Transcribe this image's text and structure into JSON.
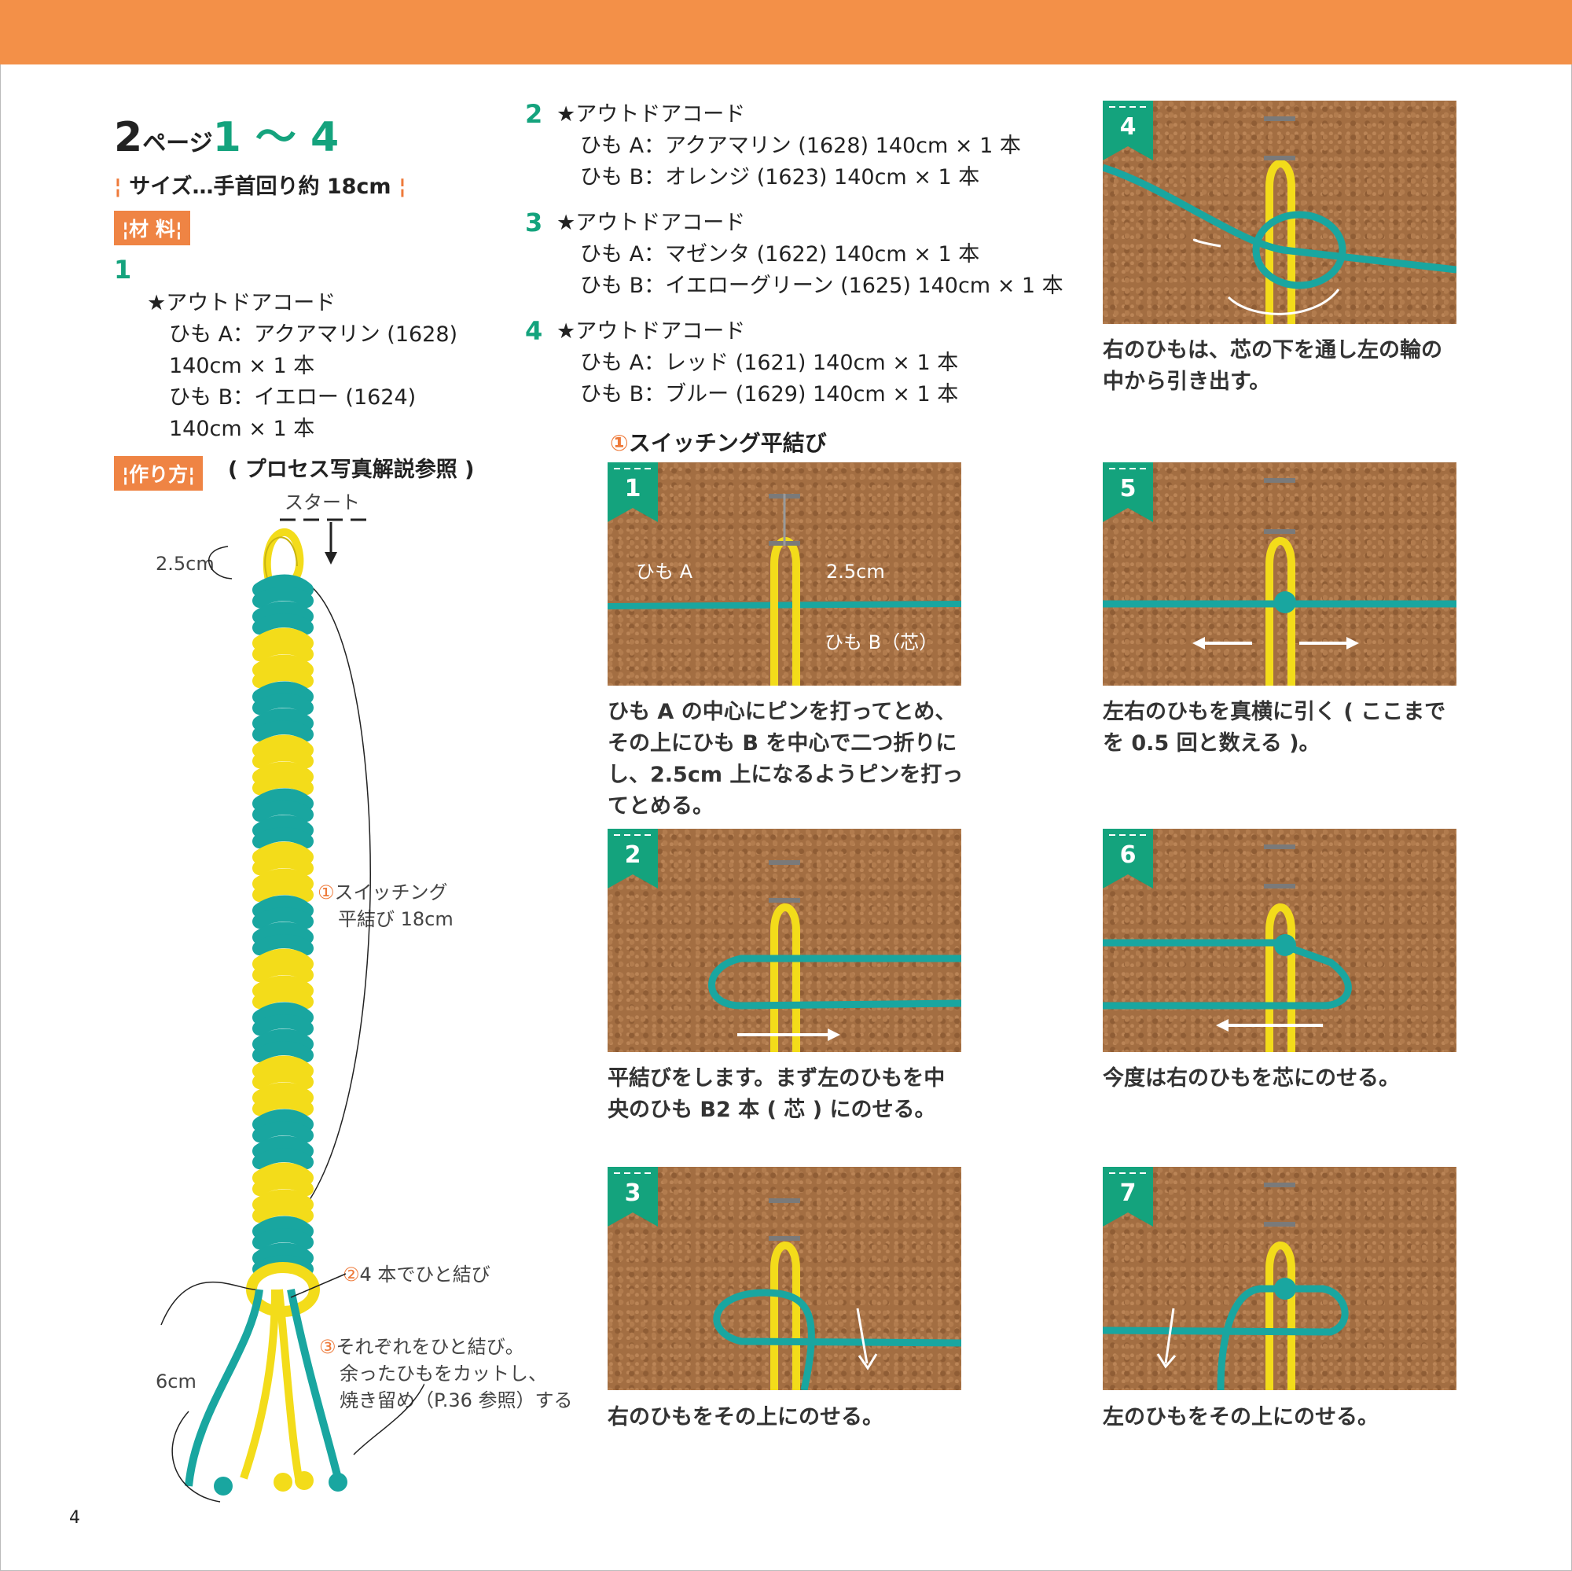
{
  "header": {
    "title_num1": "2",
    "title_page": "ページ",
    "title_range": "1 ～ 4",
    "size": "サイズ…手首回り約 18cm"
  },
  "materials": {
    "tag": "材 料",
    "item1": {
      "num": "1",
      "lines": [
        "★アウトドアコード",
        "ひも A：アクアマリン (1628)",
        "140cm × 1 本",
        "ひも B：イエロー (1624)",
        "140cm × 1 本"
      ]
    },
    "item2": {
      "num": "2",
      "lines": [
        "★アウトドアコード",
        "ひも A：アクアマリン (1628) 140cm × 1 本",
        "ひも B：オレンジ (1623) 140cm × 1 本"
      ]
    },
    "item3": {
      "num": "3",
      "lines": [
        "★アウトドアコード",
        "ひも A：マゼンタ (1622) 140cm × 1 本",
        "ひも B：イエローグリーン (1625) 140cm × 1 本"
      ]
    },
    "item4": {
      "num": "4",
      "lines": [
        "★アウトドアコード",
        "ひも A：レッド (1621) 140cm × 1 本",
        "ひも B：ブルー (1629) 140cm × 1 本"
      ]
    }
  },
  "howto": {
    "tag": "作り方",
    "note": "( プロセス写真解説参照 )"
  },
  "diagram": {
    "start": "スタート",
    "loop_len": "2.5cm",
    "step1_num": "①",
    "step1_a": "スイッチング",
    "step1_b": "平結び 18cm",
    "step2_num": "②",
    "step2": "4 本でひと結び",
    "step3_num": "③",
    "step3_a": "それぞれをひと結び。",
    "step3_b": "余ったひもをカットし、",
    "step3_c": "焼き留め（P.36 参照）する",
    "tail_len": "6cm"
  },
  "process": {
    "section_num": "①",
    "section_title": "スイッチング平結び",
    "photo1_labels": {
      "a": "ひも A",
      "len": "2.5cm",
      "b": "ひも B（芯）"
    },
    "steps": [
      {
        "num": "1",
        "caption": [
          "ひも A の中心にピンを打ってとめ、",
          "その上にひも B を中心で二つ折りに",
          "し、2.5cm 上になるようピンを打っ",
          "てとめる。"
        ]
      },
      {
        "num": "2",
        "caption": [
          "平結びをします。まず左のひもを中",
          "央のひも B2 本 ( 芯 ) にのせる。"
        ]
      },
      {
        "num": "3",
        "caption": [
          "右のひもをその上にのせる。"
        ]
      },
      {
        "num": "4",
        "caption": [
          "右のひもは、芯の下を通し左の輪の",
          "中から引き出す。"
        ]
      },
      {
        "num": "5",
        "caption": [
          "左右のひもを真横に引く ( ここまで",
          "を 0.5 回と数える )。"
        ]
      },
      {
        "num": "6",
        "caption": [
          "今度は右のひもを芯にのせる。"
        ]
      },
      {
        "num": "7",
        "caption": [
          "左のひもをその上にのせる。"
        ]
      }
    ]
  },
  "page_number": "4",
  "colors": {
    "orange": "#f39048",
    "green": "#14a37d",
    "teal": "#19a6a0",
    "yellow": "#f3dc1a",
    "cork": "#a36e42"
  }
}
